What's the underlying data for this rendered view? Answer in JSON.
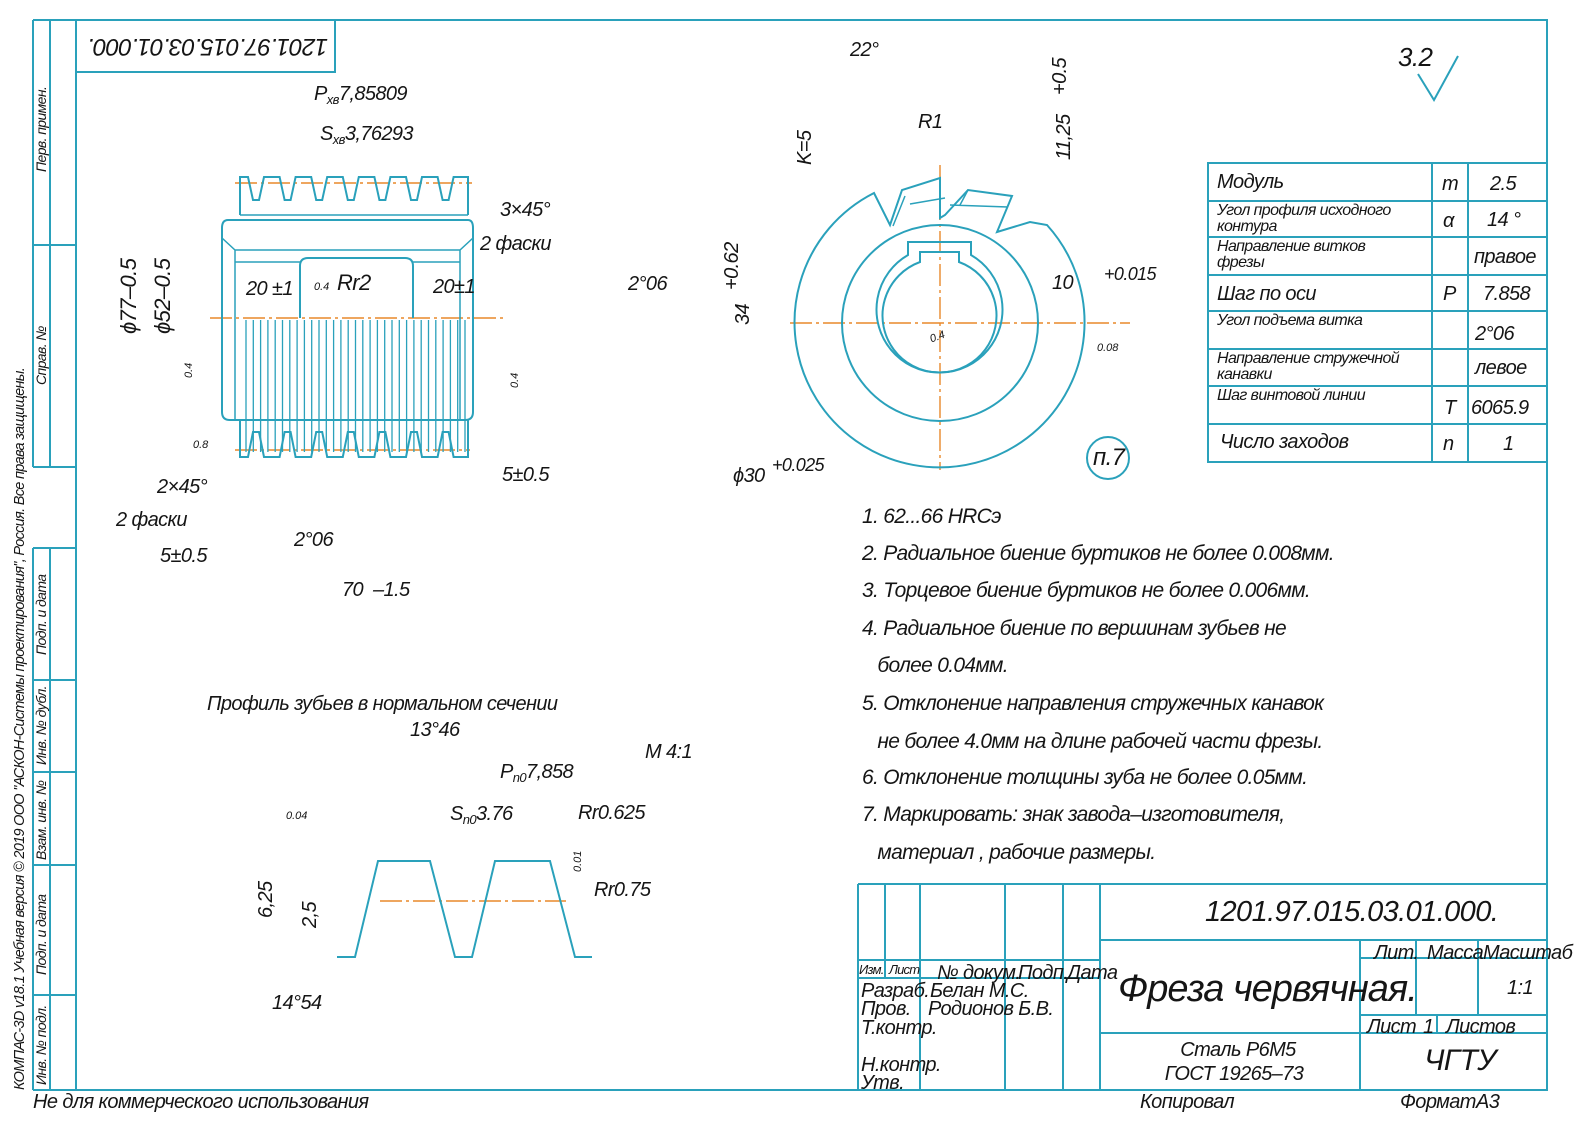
{
  "colors": {
    "line": "#2aa1bb",
    "axis": "#e8892a",
    "text": "#151515"
  },
  "top_stamp": "1201.97.015.03.01.000.",
  "left_strip": {
    "cells": [
      "Перв. примен.",
      "Справ. №",
      "Подп. и дата",
      "Инв. № дубл.",
      "Взам. инв. №",
      "Подп. и дата",
      "Инв. № подл."
    ],
    "copyright": "КОМПАС-3D v18.1 Учебная версия © 2019 ООО \"АСКОН-Системы проектирования\", Россия. Все права защищены."
  },
  "roughness": "3.2",
  "hob_view": {
    "px_prefix": "P",
    "px_sub": "xв",
    "px_value": "7,85809",
    "sx_prefix": "S",
    "sx_sub": "xв",
    "sx_value": "3,76293",
    "chamfer_top": "3×45°",
    "chamfer_top_count": "2 фаски",
    "len_left": "20 ±1",
    "rough_key": "0.4",
    "key_radius": "Rr2",
    "len_right": "20±1",
    "dia_outer": "ϕ77–0.5",
    "dia_inner": "ϕ52–0.5",
    "rough_left": "0.4",
    "rough_right": "0.4",
    "rough_bottom": "0.8",
    "collar_right": "5±0.5",
    "chamfer_bottom": "2×45°",
    "chamfer_bottom_count": "2 фаски",
    "collar_left": "5±0.5",
    "lead_angle_bottom": "2°06",
    "total_length": "70  –1.5",
    "lead_angle_right": "2°06"
  },
  "end_view": {
    "angle": "22°",
    "tol_top": "+0.5",
    "dim_1125": "11,25",
    "radius": "R1",
    "relief": "K=5",
    "tol_034": "+0.62",
    "dim_34": "34",
    "key_width": "10",
    "tol_key": "+0.015",
    "rough_bore": "0.4",
    "runout": "0.08",
    "bore": "ϕ30",
    "tol_bore": "+0.025",
    "note_ref": "п.7"
  },
  "profile_view": {
    "title": "Профиль зубьев в нормальном сечении",
    "angle_top": "13°46",
    "scale": "М 4:1",
    "pn_prefix": "P",
    "pn_sub": "n0",
    "pn_value": "7,858",
    "rough": "0.04",
    "sn_prefix": "S",
    "sn_sub": "n0",
    "sn_value": "3.76",
    "radius_top": "Rr0.625",
    "tol_small": "0.01",
    "radius_bottom": "Rr0.75",
    "height_total": "6,25",
    "height_addendum": "2,5",
    "angle_bottom": "14°54"
  },
  "params_table": [
    {
      "name": "Модуль",
      "symbol": "m",
      "value": "2.5"
    },
    {
      "name": "Угол профиля исходного контура",
      "symbol": "α",
      "value": "14 °"
    },
    {
      "name": "Направление витков фрезы",
      "symbol": "",
      "value": "правое"
    },
    {
      "name": "Шаг по оси",
      "symbol": "P",
      "value": "7.858"
    },
    {
      "name": "Угол подъема витка",
      "symbol": "",
      "value": "2°06"
    },
    {
      "name": "Направление стружечной канавки",
      "symbol": "",
      "value": "левое"
    },
    {
      "name": "Шаг винтовой линии",
      "symbol": "T",
      "value": "6065.9"
    },
    {
      "name": "Число заходов",
      "symbol": "n",
      "value": "1"
    }
  ],
  "notes": [
    "1. 62...66 HRCэ",
    "2. Радиальное биение буртиков не более 0.008мм.",
    "3. Торцевое биение буртиков не более 0.006мм.",
    "4. Радиальное биение по вершинам зубьев не",
    "   более 0.04мм.",
    "5. Отклонение направления стружечных канавок",
    "   не более 4.0мм на длине рабочей части фрезы.",
    "6. Отклонение толщины зуба не более 0.05мм.",
    "7. Маркировать: знак завода–изготовителя,",
    "   материал , рабочие размеры."
  ],
  "title_block": {
    "designation": "1201.97.015.03.01.000.",
    "name": "Фреза червячная.",
    "material_line1": "Сталь Р6М5",
    "material_line2": "ГОСТ 19265–73",
    "organization": "ЧГТУ",
    "headers": {
      "izm": "Изм.",
      "list": "Лист",
      "doc": "№ докум.",
      "sign": "Подп.",
      "date": "Дата"
    },
    "roles": [
      "Разраб.",
      "Пров.",
      "Т.контр.",
      "Н.контр.",
      "Утв."
    ],
    "developer": "Белан М.С.",
    "checker": "Родионов Б.В.",
    "lit_label": "Лит.",
    "mass_label": "Масса",
    "scale_label": "Масштаб",
    "scale_value": "1:1",
    "sheet_label": "Лист",
    "sheet_value": "1",
    "sheets_label": "Листов"
  },
  "footer": {
    "non_commercial": "Не для коммерческого использования",
    "copied": "Копировал",
    "format_label": "Формат",
    "format_value": "А3"
  }
}
